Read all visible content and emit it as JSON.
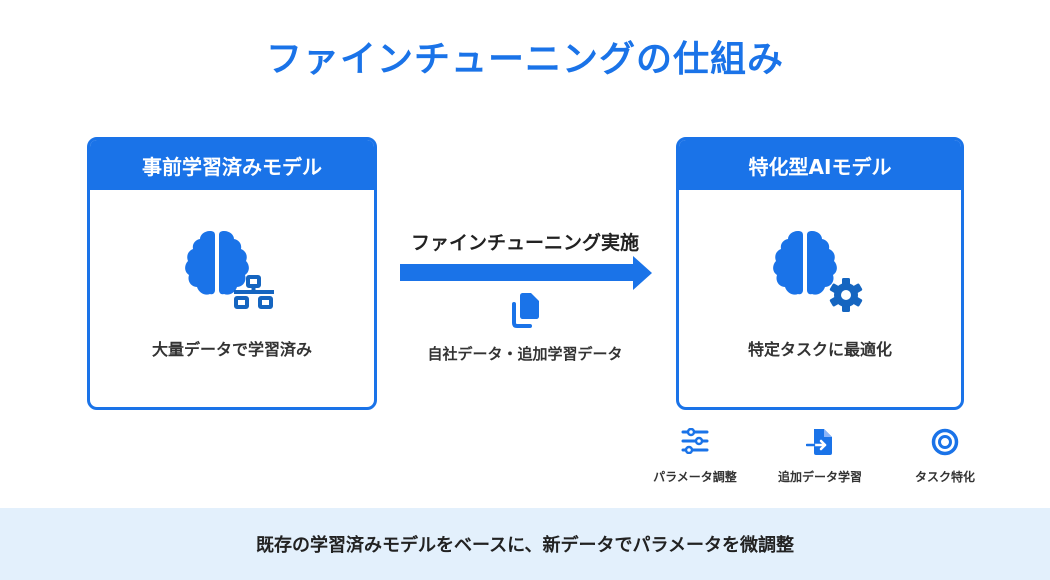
{
  "title": "ファインチューニングの仕組み",
  "colors": {
    "primary": "#1a73e8",
    "gear": "#1565c0",
    "footer_bg": "#e3f0fc",
    "text": "#333333"
  },
  "left_box": {
    "header": "事前学習済みモデル",
    "icon": "brain-network-icon",
    "caption": "大量データで学習済み"
  },
  "process": {
    "label": "ファインチューニング実施",
    "arrow_icon": "arrow-right-icon",
    "data_icon": "documents-copy-icon",
    "data_label": "自社データ・追加学習データ"
  },
  "right_box": {
    "header": "特化型AIモデル",
    "icon": "brain-gear-icon",
    "caption": "特定タスクに最適化"
  },
  "features": [
    {
      "icon": "sliders-icon",
      "label": "パラメータ調整"
    },
    {
      "icon": "file-import-icon",
      "label": "追加データ学習"
    },
    {
      "icon": "target-icon",
      "label": "タスク特化"
    }
  ],
  "footer": {
    "text": "既存の学習済みモデルをベースに、新データでパラメータを微調整"
  }
}
